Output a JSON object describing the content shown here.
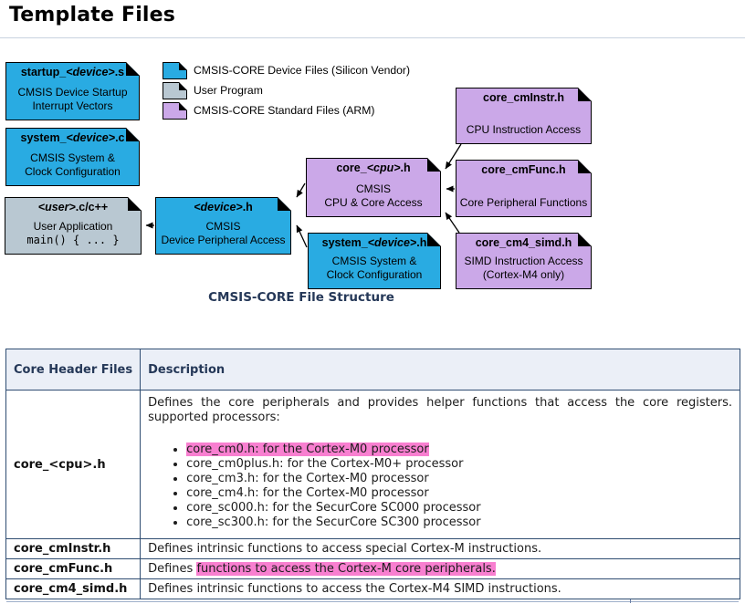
{
  "header": {
    "title": "Template Files"
  },
  "legend": {
    "items": [
      {
        "label": "CMSIS-CORE Device Files (Silicon Vendor)",
        "color": "#29ABE2"
      },
      {
        "label": "User Program",
        "color": "#B9C8D2"
      },
      {
        "label": "CMSIS-CORE Standard Files (ARM)",
        "color": "#CBA8E8"
      }
    ]
  },
  "diagram": {
    "caption": "CMSIS-CORE File Structure",
    "boxes": {
      "startup": {
        "pre": "startup_",
        "ph": "<device>",
        "post": ".s",
        "body": "CMSIS Device Startup\nInterrupt Vectors"
      },
      "system_c": {
        "pre": "system_",
        "ph": "<device>",
        "post": ".c",
        "body": "CMSIS System &\nClock Configuration"
      },
      "user": {
        "pre": "",
        "ph": "<user>",
        "post": ".c/c++",
        "body": "User Application",
        "mono": "main() { ... }"
      },
      "device_h": {
        "pre": "",
        "ph": "<device>",
        "post": ".h",
        "body": "CMSIS\nDevice Peripheral Access"
      },
      "core_cpu": {
        "pre": "core_",
        "ph": "<cpu>",
        "post": ".h",
        "body": "CMSIS\nCPU & Core Access"
      },
      "system_h": {
        "pre": "system_",
        "ph": "<device>",
        "post": ".h",
        "body": "CMSIS System &\nClock Configuration"
      },
      "cminstr": {
        "pre": "core_cmInstr.h",
        "ph": "",
        "post": "",
        "body": "CPU Instruction Access"
      },
      "cmfunc": {
        "pre": "core_cmFunc.h",
        "ph": "",
        "post": "",
        "body": "Core Peripheral Functions"
      },
      "cm4simd": {
        "pre": "core_cm4_simd.h",
        "ph": "",
        "post": "",
        "body": "SIMD Instruction Access\n(Cortex-M4 only)"
      }
    }
  },
  "table": {
    "headers": {
      "col1": "Core Header Files",
      "col2": "Description"
    },
    "row_core_cpu": {
      "file": "core_<cpu>.h",
      "intro": "Defines the core peripherals and provides helper functions that access the core registers. supported processors:",
      "bullets": [
        "core_cm0.h: for the Cortex-M0 processor",
        "core_cm0plus.h: for the Cortex-M0+ processor",
        "core_cm3.h: for the Cortex-M0 processor",
        "core_cm4.h: for the Cortex-M0 processor",
        "core_sc000.h: for the SecurCore SC000 processor",
        "core_sc300.h: for the SecurCore SC300 processor"
      ],
      "highlighted_bullet_index": 0
    },
    "rows": [
      {
        "file": "core_cmInstr.h",
        "desc_pre": "Defines intrinsic functions to access special Cortex-M instructions.",
        "desc_highlight": ""
      },
      {
        "file": "core_cmFunc.h",
        "desc_pre": "Defines ",
        "desc_highlight": "functions to access the Cortex-M core peripherals."
      },
      {
        "file": "core_cm4_simd.h",
        "desc_pre": "Defines intrinsic functions to access the Cortex-M4 SIMD instructions.",
        "desc_highlight": ""
      }
    ]
  },
  "colors": {
    "device_files_blue": "#29ABE2",
    "user_program_gray": "#B9C8D2",
    "standard_files_purple": "#CBA8E8",
    "highlight_pink": "#F87FD0",
    "table_border": "#2F4D72",
    "table_header_bg": "#EBEFF7"
  }
}
